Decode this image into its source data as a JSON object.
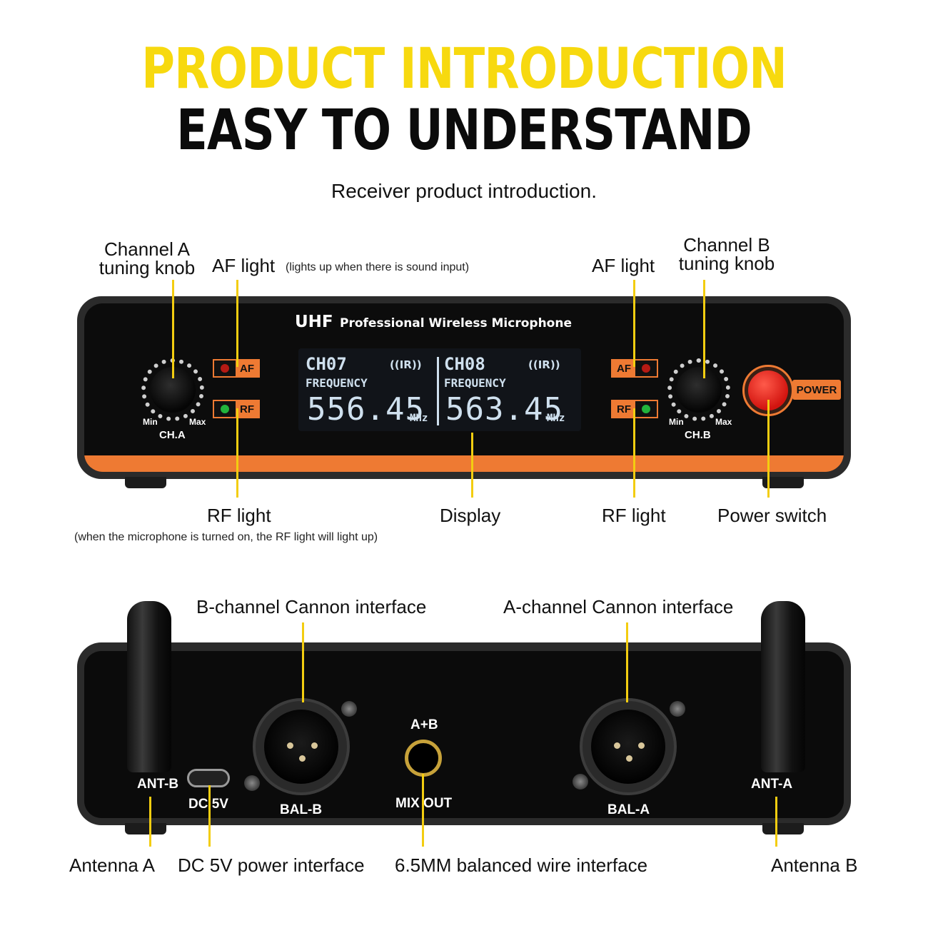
{
  "header": {
    "title_line1": "PRODUCT INTRODUCTION",
    "title_line2": "EASY TO UNDERSTAND",
    "subtitle": "Receiver product introduction."
  },
  "colors": {
    "accent_yellow": "#f3cd10",
    "panel_orange": "#ee7a33",
    "title_yellow": "#f7d90f"
  },
  "front_callouts": {
    "channel_a_knob": "Channel A\ntuning knob",
    "af_light_left": "AF light",
    "af_note": "(lights up when there is sound input)",
    "af_light_right": "AF light",
    "channel_b_knob": "Channel B\ntuning knob",
    "rf_light_left": "RF light",
    "rf_note": "(when the microphone is turned on, the RF light will light up)",
    "display": "Display",
    "rf_light_right": "RF light",
    "power_switch": "Power switch"
  },
  "front_panel": {
    "brand_uhf": "UHF",
    "brand_text": "Professional Wireless Microphone",
    "knob_min": "Min",
    "knob_max": "Max",
    "ch_a": "CH.A",
    "ch_b": "CH.B",
    "af": "AF",
    "rf": "RF",
    "power": "POWER",
    "screen": {
      "left": {
        "channel": "CH07",
        "freq_label": "FREQUENCY",
        "freq": "556.45",
        "unit": "MHz",
        "ir": "((IR))"
      },
      "right": {
        "channel": "CH08",
        "freq_label": "FREQUENCY",
        "freq": "563.45",
        "unit": "MHz",
        "ir": "((IR))"
      }
    }
  },
  "rear_callouts": {
    "b_cannon": "B-channel Cannon interface",
    "a_cannon": "A-channel Cannon interface",
    "antenna_a": "Antenna A",
    "dc_power": "DC 5V power interface",
    "balanced": "6.5MM balanced wire interface",
    "antenna_b": "Antenna B"
  },
  "rear_panel": {
    "ant_b": "ANT-B",
    "ant_a": "ANT-A",
    "dc": "DC 5V",
    "bal_b": "BAL-B",
    "bal_a": "BAL-A",
    "a_plus_b": "A+B",
    "mix_out": "MIX OUT"
  }
}
